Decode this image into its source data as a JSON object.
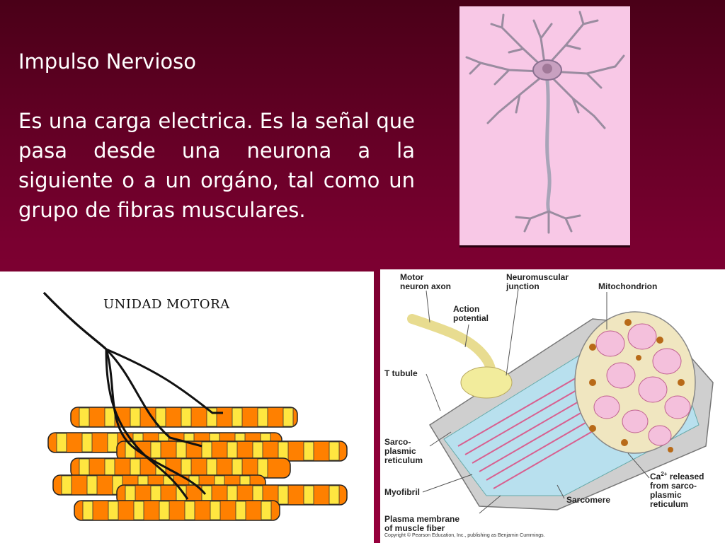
{
  "slide": {
    "title": "Impulso Nervioso",
    "body": "Es una carga electrica. Es la señal que pasa desde una neurona a la siguiente o a un orgáno, tal como un grupo de fibras musculares."
  },
  "motor_unit_figure": {
    "title": "UNIDAD MOTORA"
  },
  "muscle_figure": {
    "labels": {
      "motor_neuron_axon": "Motor\nneuron axon",
      "neuromuscular_junction": "Neuromuscular\njunction",
      "mitochondrion": "Mitochondrion",
      "action_potential": "Action\npotential",
      "t_tubule": "T tubule",
      "sarcoplasmic_reticulum": "Sarco-\nplasmic\nreticulum",
      "ca_released": "Ca",
      "ca_superscript": "2+",
      "ca_released_rest": " released\nfrom sarco-\nplasmic\nreticulum",
      "myofibril": "Myofibril",
      "sarcomere": "Sarcomere",
      "plasma_membrane": "Plasma membrane\nof muscle fiber"
    },
    "copyright": "Copyright © Pearson Education, Inc., publishing as Benjamin Cummings."
  },
  "colors": {
    "background_dark": "#4a0018",
    "background_light": "#96003c",
    "neuron_panel": "#f8c8e6",
    "fiber_orange": "#ff8000",
    "fiber_band": "#ffe640"
  }
}
